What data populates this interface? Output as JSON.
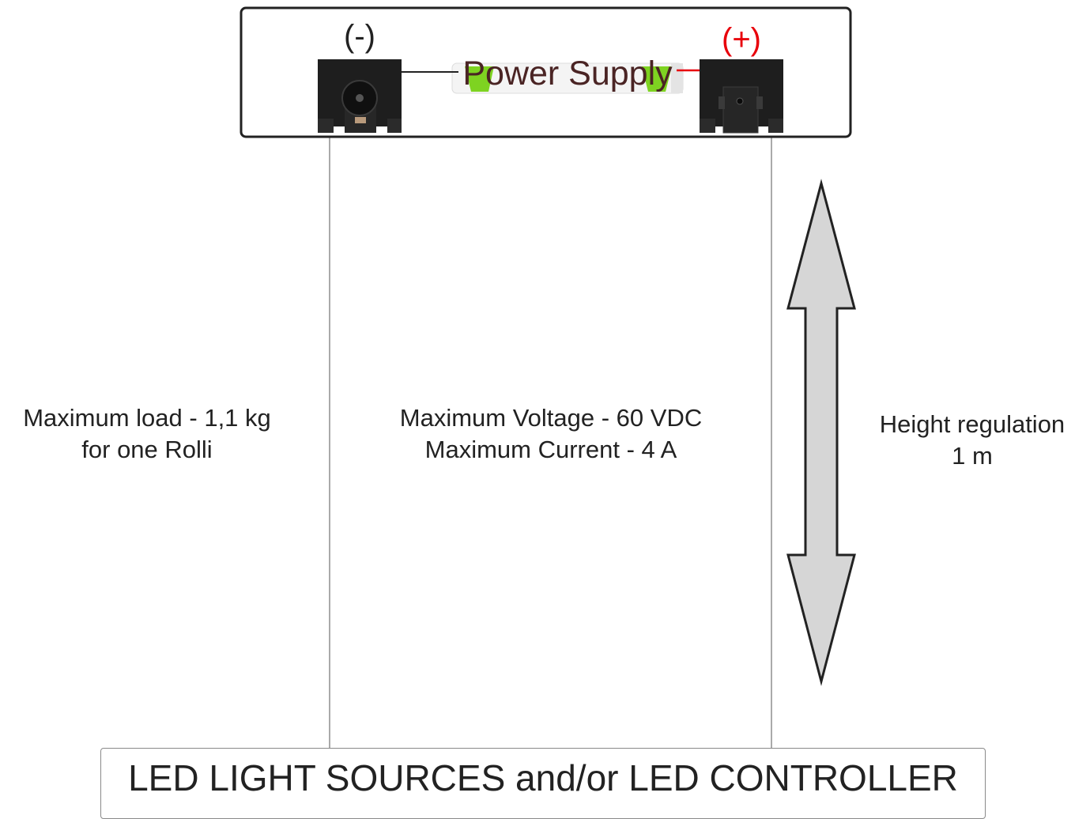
{
  "power_supply": {
    "title": "Power Supply",
    "negative_label": "(-)",
    "positive_label": "(+)"
  },
  "annotations": {
    "load_line1": "Maximum load - 1,1 kg",
    "load_line2": "for one Rolli",
    "voltage_line": "Maximum Voltage - 60 VDC",
    "current_line": "Maximum Current - 4 A",
    "height_line1": "Height regulation",
    "height_line2": "1 m"
  },
  "bottom_box": {
    "label": "LED LIGHT SOURCES and/or LED CONTROLLER"
  },
  "colors": {
    "positive": "#e8000b",
    "negative": "#222222",
    "psu_title": "#4a2424",
    "psu_accent": "#7ed321",
    "connector_body": "#1e1e1e",
    "arrow_fill": "#d6d6d6",
    "arrow_stroke": "#222222",
    "cable": "#aaaaaa"
  }
}
